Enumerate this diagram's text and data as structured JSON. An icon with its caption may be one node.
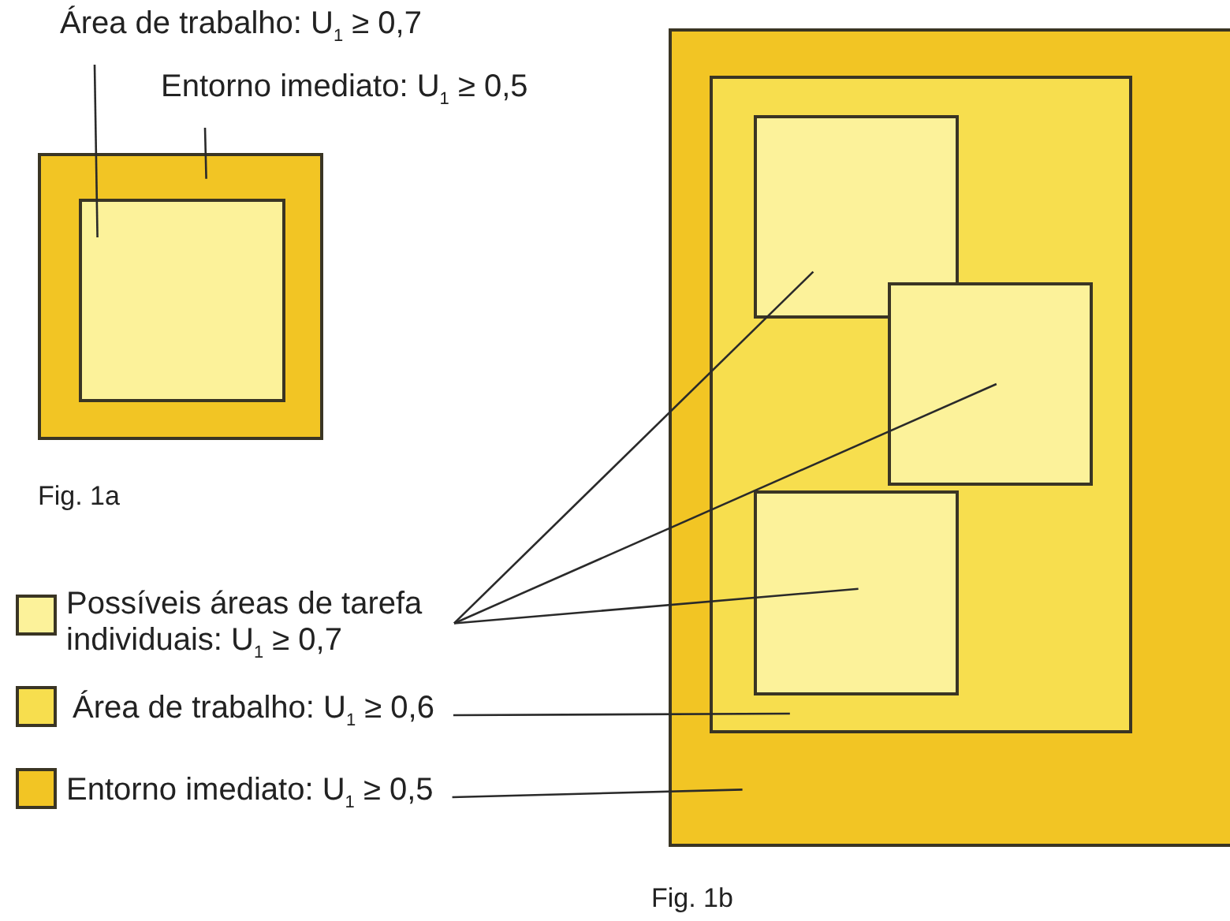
{
  "diagram": {
    "nodes": [
      {
        "text": [],
        "shape": "box"
      },
      {
        "text": [],
        "shape": "box",
        "in": 0
      },
      {
        "text": [
          "Área de trabalho: U$_{1}$ ≥ 0,7"
        ]
      },
      {
        "text": [
          "Entorno imediato: U$_{1}$ ≥ 0,5"
        ]
      },
      {
        "text": [],
        "shape": "box"
      },
      {
        "text": [],
        "shape": "box",
        "in": 4
      },
      {
        "text": [],
        "shape": "box",
        "in": 5
      },
      {
        "text": [],
        "shape": "box",
        "in": 5
      },
      {
        "text": [],
        "shape": "box",
        "in": 5
      },
      {
        "text": [
          "Possíveis áreas de tarefa individuais: U$_{1}$ ≥ 0,7"
        ]
      },
      {
        "text": [
          "Área de trabalho: U$_{1}$ ≥ 0,6"
        ]
      },
      {
        "text": [
          "Entorno imediato: U$_{1}$ ≥ 0,5"
        ]
      }
    ],
    "edges": [
      {
        "from": 2,
        "to": 1,
        "arrow": "none"
      },
      {
        "from": 3,
        "to": 0,
        "arrow": "none"
      },
      {
        "from": 9,
        "to": 6,
        "arrow": "none"
      },
      {
        "from": 9,
        "to": 7,
        "arrow": "none"
      },
      {
        "from": 9,
        "to": 8,
        "arrow": "none"
      },
      {
        "from": 10,
        "to": 5,
        "arrow": "none"
      },
      {
        "from": 11,
        "to": 4,
        "arrow": "none"
      }
    ],
    "labels": [
      "Fig. 1a",
      "Fig. 1b"
    ]
  }
}
